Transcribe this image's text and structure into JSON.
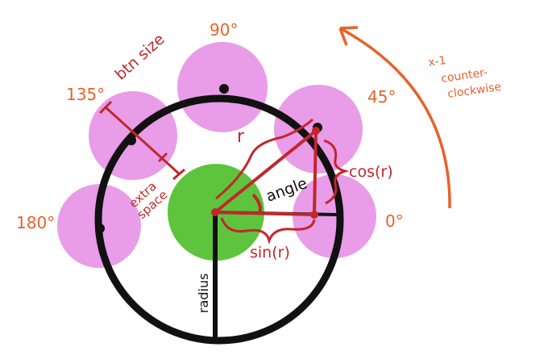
{
  "angles": {
    "a90": "90°",
    "a135": "135°",
    "a45": "45°",
    "a180": "180°",
    "a0": "0°"
  },
  "labels": {
    "btn_size": "btn size",
    "extra_space_line1": "extra",
    "extra_space_line2": "space",
    "r": "r",
    "angle": "angle",
    "cos": "cos(r)",
    "sin": "sin(r)",
    "radius": "radius",
    "rotation_multiplier": "x-1",
    "rotation_line1": "counter-",
    "rotation_line2": "clockwise"
  },
  "colors": {
    "pink": "#e99ce8",
    "green": "#5ec43d",
    "black": "#111111",
    "red": "#c0282b",
    "orange": "#e8622a"
  }
}
